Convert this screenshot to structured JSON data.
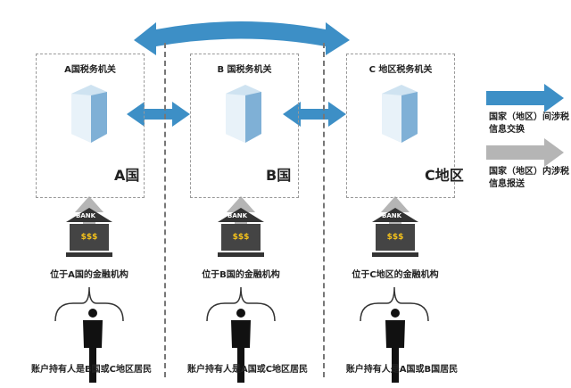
{
  "authorities": [
    {
      "title": "A国税务机关",
      "region": "A国",
      "institution": "位于A国的金融机构",
      "holder": "账户持有人是B国或C地区居民"
    },
    {
      "title": "B 国税务机关",
      "region": "B国",
      "institution": "位于B国的金融机构",
      "holder": "账户持有人是A国或C地区居民"
    },
    {
      "title": "C 地区税务机关",
      "region": "C地区",
      "institution": "位于C地区的金融机构",
      "holder": "账户持有人是A国或B国居民"
    }
  ],
  "bank": {
    "label": "BANK",
    "sign": "$$$"
  },
  "legend": [
    {
      "label": "国家（地区）间涉税信息交换",
      "color": "#3d8fc6"
    },
    {
      "label": "国家（地区）内涉税信息报送",
      "color": "#b5b5b5"
    }
  ],
  "colors": {
    "exchange": "#3d8fc6",
    "report": "#b5b5b5"
  }
}
